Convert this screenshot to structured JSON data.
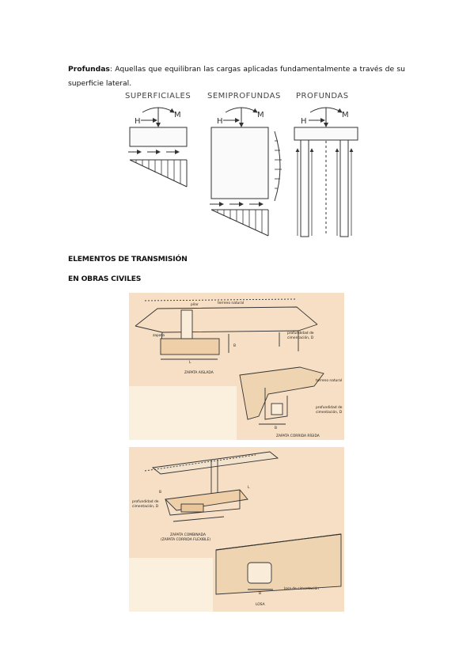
{
  "intro": {
    "term": "Profundas",
    "text": ": Aquellas que equilibran las cargas aplicadas fundamentalmente a través de su superficie lateral."
  },
  "foundation_types": {
    "superficiales": "SUPERFICIALES",
    "semiprofundas": "SEMIPROFUNDAS",
    "profundas": "PROFUNDAS",
    "h_label": "H",
    "m_label": "M"
  },
  "headings": {
    "elementos": "ELEMENTOS DE TRANSMISIÓN",
    "obras": "EN OBRAS CIVILES"
  },
  "figure1": {
    "terreno_natural": "terreno natural",
    "pilar": "pilar",
    "zapata": "zapata",
    "profundidad": "profundidad de",
    "cimentacion_d": "cimentación, D",
    "zapata_aislada": "ZAPATA AISLADA",
    "terreno_natural_2": "terreno natural",
    "profundidad_2": "profundidad de",
    "cimentacion_d_2": "cimentación, D",
    "zapata_corrida": "ZAPATA CORRIDA RÍGIDA",
    "b_label": "B",
    "l_label": "L"
  },
  "figure2": {
    "profundidad": "profundidad de",
    "cimentacion_d": "cimentación, D",
    "zapata_combinada": "ZAPATA COMBINADA",
    "zapata_corrida_flexible": "(ZAPATA CORRIDA FLEXIBLE)",
    "losa_de_cimentacion": "losa de cimentación",
    "losa": "LOSA",
    "b_label": "B",
    "l_label": "L"
  },
  "colors": {
    "figure_bg": "#f6dfc4",
    "figure_blank": "#fbf0dd",
    "line": "#333333"
  }
}
